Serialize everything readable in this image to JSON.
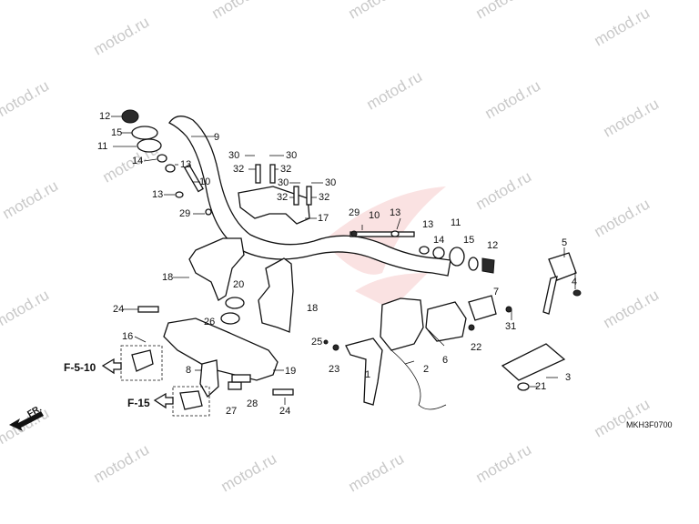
{
  "watermark": "motod.ru",
  "diagram_code": "MKH3F0700",
  "references": {
    "ref_top": "F-5-10",
    "ref_bottom": "F-15",
    "front_arrow": "FR."
  },
  "callouts": {
    "c1": "12",
    "c2": "15",
    "c3": "11",
    "c4": "14",
    "c5": "13",
    "c6": "10",
    "c7": "13",
    "c8": "29",
    "c9": "9",
    "c10": "30",
    "c11": "30",
    "c12": "32",
    "c13": "32",
    "c14": "30",
    "c15": "30",
    "c16": "32",
    "c17": "32",
    "c18": "17",
    "c19": "29",
    "c20": "10",
    "c21": "13",
    "c22": "13",
    "c23": "14",
    "c24": "11",
    "c25": "15",
    "c26": "12",
    "c27": "18",
    "c28": "20",
    "c29": "26",
    "c30": "18",
    "c31": "24",
    "c32": "16",
    "c33": "8",
    "c34": "19",
    "c35": "27",
    "c36": "28",
    "c37": "24",
    "c38": "7",
    "c39": "31",
    "c40": "22",
    "c41": "25",
    "c42": "23",
    "c43": "2",
    "c44": "6",
    "c45": "5",
    "c46": "4",
    "c47": "3",
    "c48": "21",
    "c49": "1"
  }
}
